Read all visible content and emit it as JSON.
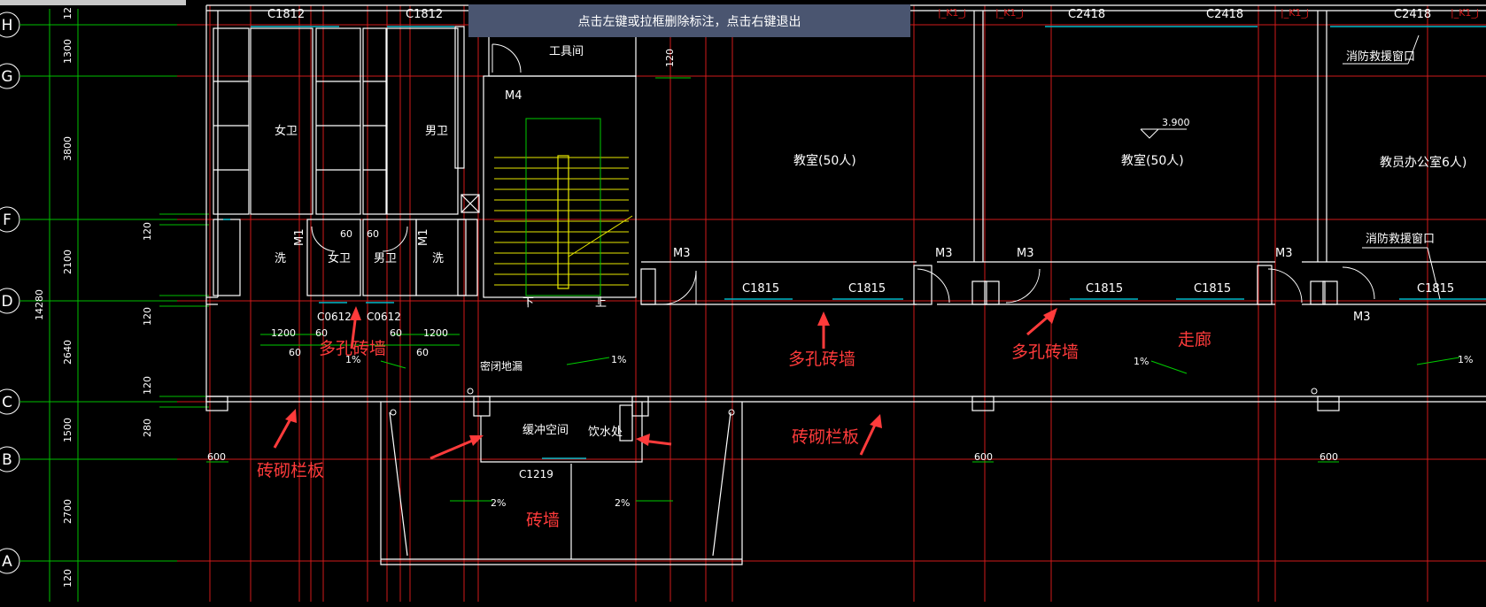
{
  "banner": {
    "text": "点击左键或拉框删除标注，点击右键退出"
  },
  "colors": {
    "background": "#000000",
    "grid_line": "#e02020",
    "axis_green": "#00cc00",
    "wall": "#ffffff",
    "window": "#00b8c8",
    "annotation_red": "#ff3b3b",
    "stair": "#ffff00",
    "bubble": "#ffffff"
  },
  "axes": {
    "letters": [
      "H",
      "G",
      "F",
      "D",
      "C",
      "B",
      "A"
    ],
    "dimensions": [
      "12",
      "1300",
      "3800",
      "2100",
      "2640",
      "1500",
      "2700",
      "120"
    ],
    "total": "14280",
    "small_dims": [
      "120",
      "120",
      "120",
      "280"
    ]
  },
  "windows_top": [
    "C1812",
    "C1812",
    "C2418",
    "C2418",
    "C2418"
  ],
  "windows_mid": [
    "C1815",
    "C1815",
    "C1815",
    "C1815",
    "C1815"
  ],
  "window_kj": [
    "|_K1_j",
    "|_K1_j",
    "|_K1_j",
    "|_K1_j"
  ],
  "doors": [
    "M4",
    "M3",
    "M3",
    "M3",
    "M3",
    "M3",
    "M1",
    "M1"
  ],
  "rooms": {
    "tool_room": "工具间",
    "womens_toilet": "女卫",
    "mens_toilet": "男卫",
    "classroom1": "教室(50人)",
    "classroom2": "教室(50人)",
    "office": "教员办公室6人)",
    "wash1": "洗",
    "wash2": "洗",
    "womens2": "女卫",
    "mens2": "男卫",
    "buffer": "缓冲空间",
    "water": "饮水处",
    "stair_down": "下",
    "stair_up": "上"
  },
  "labels": {
    "fire_window1": "消防救援窗口",
    "fire_window2": "消防救援窗口",
    "elevation": "3.900",
    "drain": "密闭地漏",
    "c0612_a": "C0612",
    "c0612_b": "C0612",
    "c1219": "C1219",
    "d60a": "60",
    "d60b": "60",
    "d1200a": "1200",
    "d60c": "60",
    "d60d": "60",
    "d1200b": "1200",
    "d60e": "60",
    "d60f": "60",
    "d600a": "600",
    "d600b": "600",
    "d600c": "600",
    "d120v": "120",
    "slope1": "1%",
    "slope2": "1%",
    "slope3": "1%",
    "slope4": "1%",
    "slope5": "2%",
    "slope6": "2%"
  },
  "annotations": {
    "a1": "多孔砖墙",
    "a2": "多孔砖墙",
    "a3": "多孔砖墙",
    "a4": "走廊",
    "a5": "砖砌栏板",
    "a6": "砖砌栏板",
    "a7": "砖墙"
  }
}
